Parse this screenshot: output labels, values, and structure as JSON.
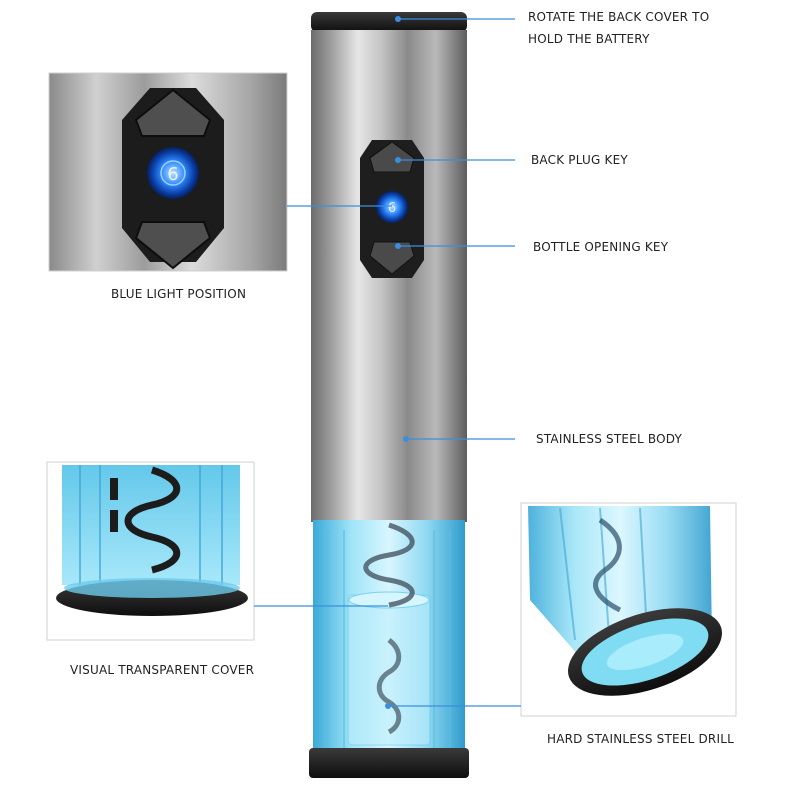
{
  "labels": {
    "back_cover_line1": "ROTATE THE BACK COVER TO",
    "back_cover_line2": "HOLD THE BATTERY",
    "back_plug_key": "BACK PLUG KEY",
    "bottle_opening_key": "BOTTLE OPENING KEY",
    "blue_light_position": "BLUE LIGHT POSITION",
    "stainless_steel_body": "STAINLESS STEEL BODY",
    "visual_transparent_cover": "VISUAL TRANSPARENT COVER",
    "hard_stainless_steel_drill": "HARD STAINLESS STEEL DRILL"
  },
  "indicator_glyph": "6",
  "colors": {
    "leader_line": "#3a8ee0",
    "led_blue": "#1f6fff",
    "transparent_cover": "#7fd3f0",
    "steel": "#b8b8b8",
    "black_trim": "#1a1a1a"
  }
}
